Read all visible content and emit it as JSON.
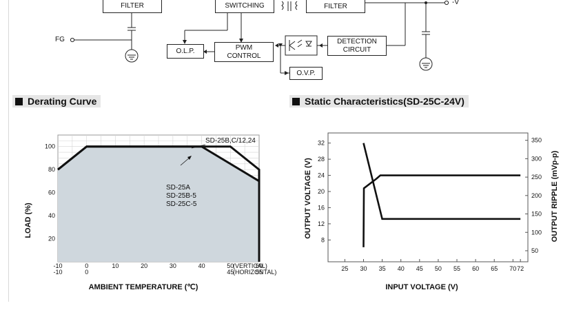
{
  "block_diagram": {
    "filter_left": "FILTER",
    "switching": "SWITCHING",
    "filter_right": "FILTER",
    "output_minus": "-V",
    "fg": "FG",
    "olp": "O.L.P.",
    "pwm_line1": "PWM",
    "pwm_line2": "CONTROL",
    "detection_line1": "DETECTION",
    "detection_line2": "CIRCUIT",
    "ovp": "O.V.P."
  },
  "sections": {
    "derating_title": "Derating Curve",
    "static_title": "Static Characteristics(SD-25C-24V)"
  },
  "chart_data": [
    {
      "type": "area",
      "title": "Derating Curve",
      "xlabel": "AMBIENT TEMPERATURE (℃)",
      "ylabel": "LOAD (%)",
      "x_ticks_vertical": [
        "-10",
        "0",
        "10",
        "20",
        "30",
        "40",
        "50",
        "60"
      ],
      "x_ticks_vertical_values": [
        -10,
        0,
        10,
        20,
        30,
        40,
        50,
        60
      ],
      "x_ticks_horizontal": [
        "-10",
        "0",
        "45",
        "55"
      ],
      "x_ticks_horizontal_values": [
        -10,
        0,
        50,
        60
      ],
      "x_ticks_vertical_suffix": "(VERTICAL)",
      "x_ticks_horizontal_suffix": "(HORIZONTAL)",
      "y_ticks": [
        "20",
        "40",
        "60",
        "80",
        "100"
      ],
      "y_ticks_values": [
        20,
        40,
        60,
        80,
        100
      ],
      "xlim": [
        -10,
        60
      ],
      "ylim": [
        0,
        110
      ],
      "grid": true,
      "series": [
        {
          "name": "SD-25B,C/12,24",
          "x": [
            -10,
            0,
            50,
            60,
            60
          ],
          "y": [
            80,
            100,
            100,
            80,
            0
          ]
        },
        {
          "name": "SD-25A\nSD-25B-5\nSD-25C-5",
          "x": [
            -10,
            0,
            40,
            60,
            60
          ],
          "y": [
            80,
            100,
            100,
            70,
            0
          ]
        }
      ],
      "annotations": [
        "SD-25B,C/12,24",
        "SD-25A",
        "SD-25B-5",
        "SD-25C-5"
      ]
    },
    {
      "type": "line",
      "title": "Static Characteristics(SD-25C-24V)",
      "xlabel": "INPUT VOLTAGE (V)",
      "ylabel": "OUTPUT VOLTAGE (V)",
      "ylabel_right": "OUTPUT RIPPLE (mVp-p)",
      "x_ticks": [
        "25",
        "30",
        "35",
        "40",
        "45",
        "50",
        "55",
        "60",
        "65",
        "70",
        "72"
      ],
      "x_ticks_values": [
        25,
        30,
        35,
        40,
        45,
        50,
        55,
        60,
        65,
        70,
        72
      ],
      "y_ticks": [
        "8",
        "12",
        "16",
        "20",
        "24",
        "28",
        "32"
      ],
      "y_ticks_values": [
        8,
        12,
        16,
        20,
        24,
        28,
        32
      ],
      "y_ticks_right": [
        "50",
        "100",
        "150",
        "200",
        "250",
        "300",
        "350"
      ],
      "y_ticks_right_values": [
        50,
        100,
        150,
        200,
        250,
        300,
        350
      ],
      "ylim": [
        2.6,
        34.5
      ],
      "ylim_right": [
        20,
        370
      ],
      "grid": false,
      "series": [
        {
          "name": "",
          "axis": "left",
          "x": [
            30,
            30.1,
            33.5,
            34.5,
            72
          ],
          "y": [
            6.2,
            20.8,
            23.2,
            24.0,
            24.0
          ]
        },
        {
          "name": "",
          "axis": "left",
          "x": [
            30,
            35,
            72
          ],
          "y": [
            32,
            13.2,
            13.2
          ]
        }
      ]
    }
  ]
}
